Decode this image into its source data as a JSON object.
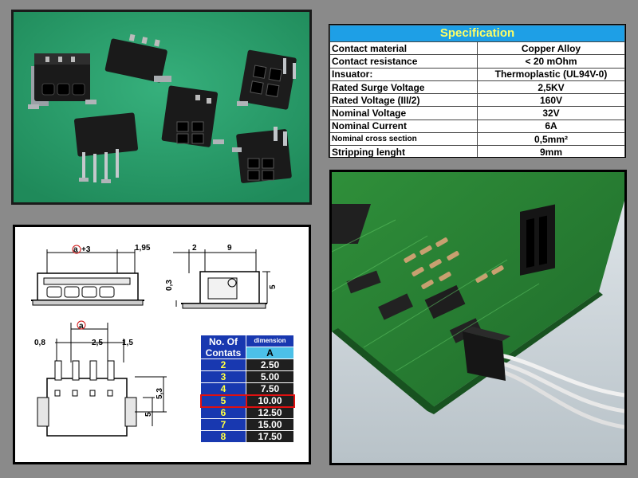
{
  "spec": {
    "title": "Specification",
    "rows": [
      {
        "key": "Contact material",
        "value": "Copper Alloy"
      },
      {
        "key": "Contact resistance",
        "value": "< 20 mOhm"
      },
      {
        "key": "Insuator:",
        "value": "Thermoplastic (UL94V-0)"
      },
      {
        "key": "Rated Surge Voltage",
        "value": "2,5KV"
      },
      {
        "key": "Rated Voltage (III/2)",
        "value": "160V"
      },
      {
        "key": "Nominal Voltage",
        "value": "32V"
      },
      {
        "key": "Nominal Current",
        "value": "6A"
      },
      {
        "key": "Nominal cross section",
        "value": "0,5mm²"
      },
      {
        "key": "Stripping lenght",
        "value": "9mm"
      }
    ]
  },
  "drawing": {
    "dims": {
      "a_plus_3": "+3",
      "d_195": "1,95",
      "d_2": "2",
      "d_9": "9",
      "d_03": "0,3",
      "d_5": "5",
      "d_08": "0,8",
      "d_25": "2,5",
      "d_15": "1,5",
      "d_53": "5,3",
      "d_5b": "5",
      "a": "a"
    },
    "table": {
      "header_left": "No. Of Contats",
      "header_right": "dimension",
      "header_a": "A",
      "highlight_index": 3,
      "rows": [
        {
          "n": "2",
          "d": "2.50"
        },
        {
          "n": "3",
          "d": "5.00"
        },
        {
          "n": "4",
          "d": "7.50"
        },
        {
          "n": "5",
          "d": "10.00"
        },
        {
          "n": "6",
          "d": "12.50"
        },
        {
          "n": "7",
          "d": "15.00"
        },
        {
          "n": "8",
          "d": "17.50"
        }
      ]
    }
  },
  "colors": {
    "spec_header_bg": "#1e9fe6",
    "spec_header_text": "#ffff66",
    "dim_table_bg": "#1838b0",
    "dim_table_number": "#ffff44",
    "highlight": "#e01010",
    "photo_bg": "#2a9a6a"
  }
}
